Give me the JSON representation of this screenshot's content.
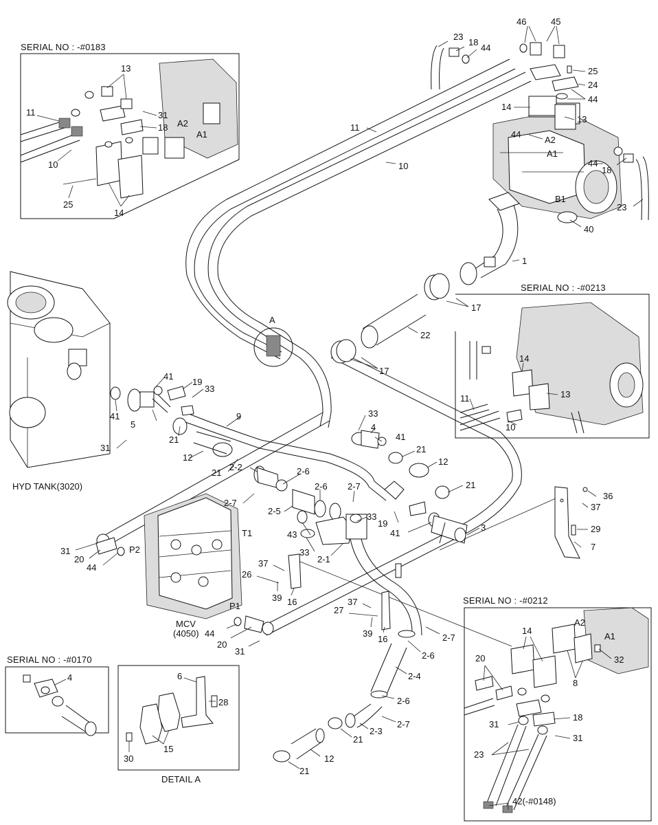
{
  "panels": {
    "serial_0183": "SERIAL NO : -#0183",
    "serial_0213": "SERIAL NO : -#0213",
    "serial_0170": "SERIAL NO : -#0170",
    "serial_0212": "SERIAL NO : -#0212",
    "detail_a": "DETAIL  A"
  },
  "components": {
    "hyd_tank": "HYD TANK(3020)",
    "mcv_line1": "MCV",
    "mcv_line2": "(4050)",
    "detail_marker": "A"
  },
  "ports": {
    "a1_main": "A1",
    "a2_main": "A2",
    "b1_main": "B1",
    "a1_0183": "A1",
    "a2_0183": "A2",
    "a1_0212": "A1",
    "a2_0212": "A2",
    "t1_mcv": "T1",
    "p1_mcv": "P1",
    "p2_mcv": "P2"
  },
  "callouts": {
    "c23_top": "23",
    "c18_top": "18",
    "c44_top": "44",
    "c46_top": "46",
    "c45_top": "45",
    "c25_top": "25",
    "c24_top": "24",
    "c44_mid": "44",
    "c14_pump": "14",
    "c13_pump": "13",
    "c44_pump": "44",
    "c44_pump2": "44",
    "c18_pump": "18",
    "c23_pump": "23",
    "c40_pump": "40",
    "c11_main": "11",
    "c10_main": "10",
    "c1_main": "1",
    "c17_upper": "17",
    "c22_main": "22",
    "c17_lower": "17",
    "c13_0183": "13",
    "c11_0183": "11",
    "c10_0183": "10",
    "c31_0183": "31",
    "c18_0183": "18",
    "c25_0183": "25",
    "c14_0183": "14",
    "c14_0213": "14",
    "c13_0213": "13",
    "c11_0213": "11",
    "c10_0213": "10",
    "c41_tank": "41",
    "c19_tank": "19",
    "c33_tank": "33",
    "c41_tank2": "41",
    "c5_tank": "5",
    "c9_main": "9",
    "c21_tank": "21",
    "c31_tank": "31",
    "c12_tank": "12",
    "c21_mid": "21",
    "c33_mid": "33",
    "c4_mid": "4",
    "c41_mid": "41",
    "c21_mid2": "21",
    "c12_mid": "12",
    "c2_2": "2-2",
    "c2_6a": "2-6",
    "c2_6b": "2-6",
    "c2_7a": "2-7",
    "c2_7b": "2-7",
    "c2_5": "2-5",
    "c21_right": "21",
    "c33_mcv": "33",
    "c43_mcv": "43",
    "c19_mcv": "19",
    "c41_mcv": "41",
    "c3_main": "3",
    "c36_bracket": "36",
    "c37_bracket": "37",
    "c29_bracket": "29",
    "c7_bracket": "7",
    "c33_low": "33",
    "c2_1": "2-1",
    "c31_p2": "31",
    "c20_p2": "20",
    "c44_p2": "44",
    "c26_clamp": "26",
    "c37_clamp": "37",
    "c39_clamp": "39",
    "c16_clamp": "16",
    "c27_clamp": "27",
    "c37_clamp2": "37",
    "c39_clamp2": "39",
    "c16_clamp2": "16",
    "c2_7c": "2-7",
    "c2_6c": "2-6",
    "c44_p1": "44",
    "c20_p1": "20",
    "c31_p1": "31",
    "c2_4": "2-4",
    "c2_6d": "2-6",
    "c2_7d": "2-7",
    "c2_3": "2-3",
    "c21_low": "21",
    "c12_low": "12",
    "c21_low2": "21",
    "c4_0170": "4",
    "c6_detail": "6",
    "c28_detail": "28",
    "c15_detail": "15",
    "c30_detail": "30",
    "c14_0212": "14",
    "c20_0212": "20",
    "c32_0212": "32",
    "c8_0212": "8",
    "c31_0212": "31",
    "c18_0212": "18",
    "c23_0212": "23",
    "c31_0212b": "31",
    "c42_0212": "42(-#0148)"
  }
}
